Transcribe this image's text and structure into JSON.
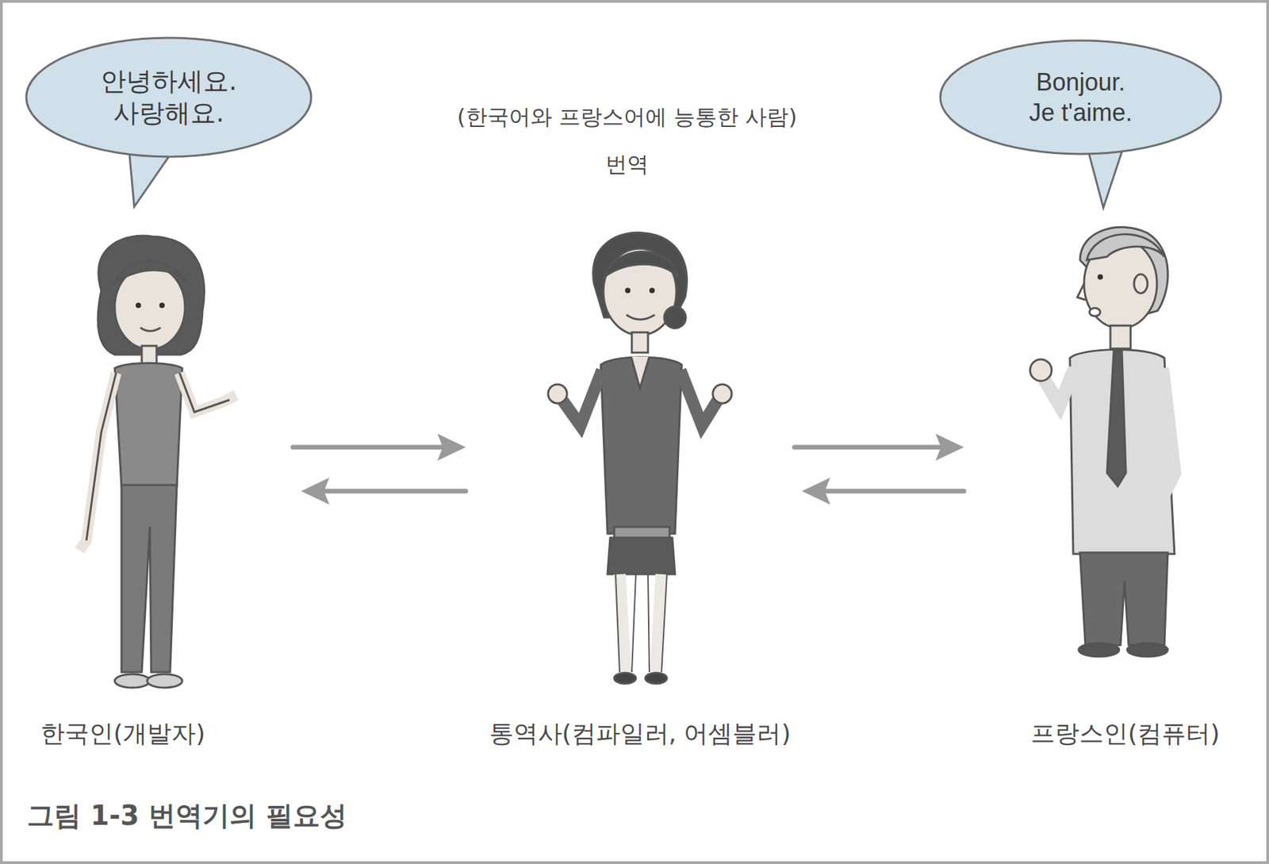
{
  "diagram": {
    "caption": "그림 1-3 번역기의 필요성",
    "nodes": [
      {
        "text": [
          "안녕하세요. 사랑해요."
        ]
      },
      {
        "text": [
          "Bonjour. Je t'aime."
        ]
      }
    ],
    "labels": [
      "(한국어와 프랑스어에 능통한 사람)",
      "번역",
      "한국인(개발자)",
      "통역사(컴파일러, 어셈블러)",
      "프랑스인(컴퓨터)"
    ]
  }
}
